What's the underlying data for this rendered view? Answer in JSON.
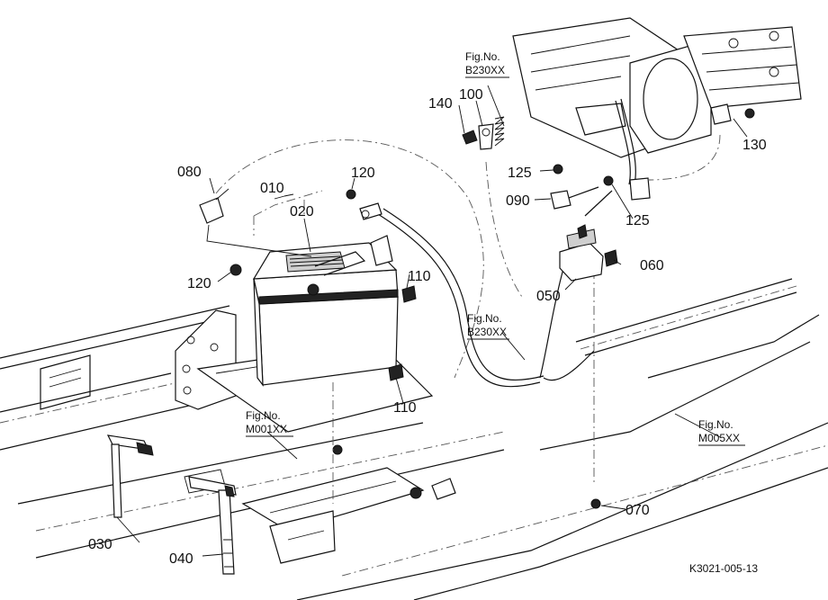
{
  "drawing_code": "K3021-005-13",
  "parts": [
    {
      "no": "010"
    },
    {
      "no": "020"
    },
    {
      "no": "030"
    },
    {
      "no": "040"
    },
    {
      "no": "050"
    },
    {
      "no": "060"
    },
    {
      "no": "070"
    },
    {
      "no": "080"
    },
    {
      "no": "090"
    },
    {
      "no": "100"
    },
    {
      "no": "110"
    },
    {
      "no": "110"
    },
    {
      "no": "120"
    },
    {
      "no": "120"
    },
    {
      "no": "125"
    },
    {
      "no": "125"
    },
    {
      "no": "130"
    },
    {
      "no": "140"
    }
  ],
  "references": [
    {
      "line1": "Fig.No.",
      "line2": "B230XX"
    },
    {
      "line1": "Fig.No.",
      "line2": "B230XX"
    },
    {
      "line1": "Fig.No.",
      "line2": "M001XX"
    },
    {
      "line1": "Fig.No.",
      "line2": "M005XX"
    }
  ]
}
